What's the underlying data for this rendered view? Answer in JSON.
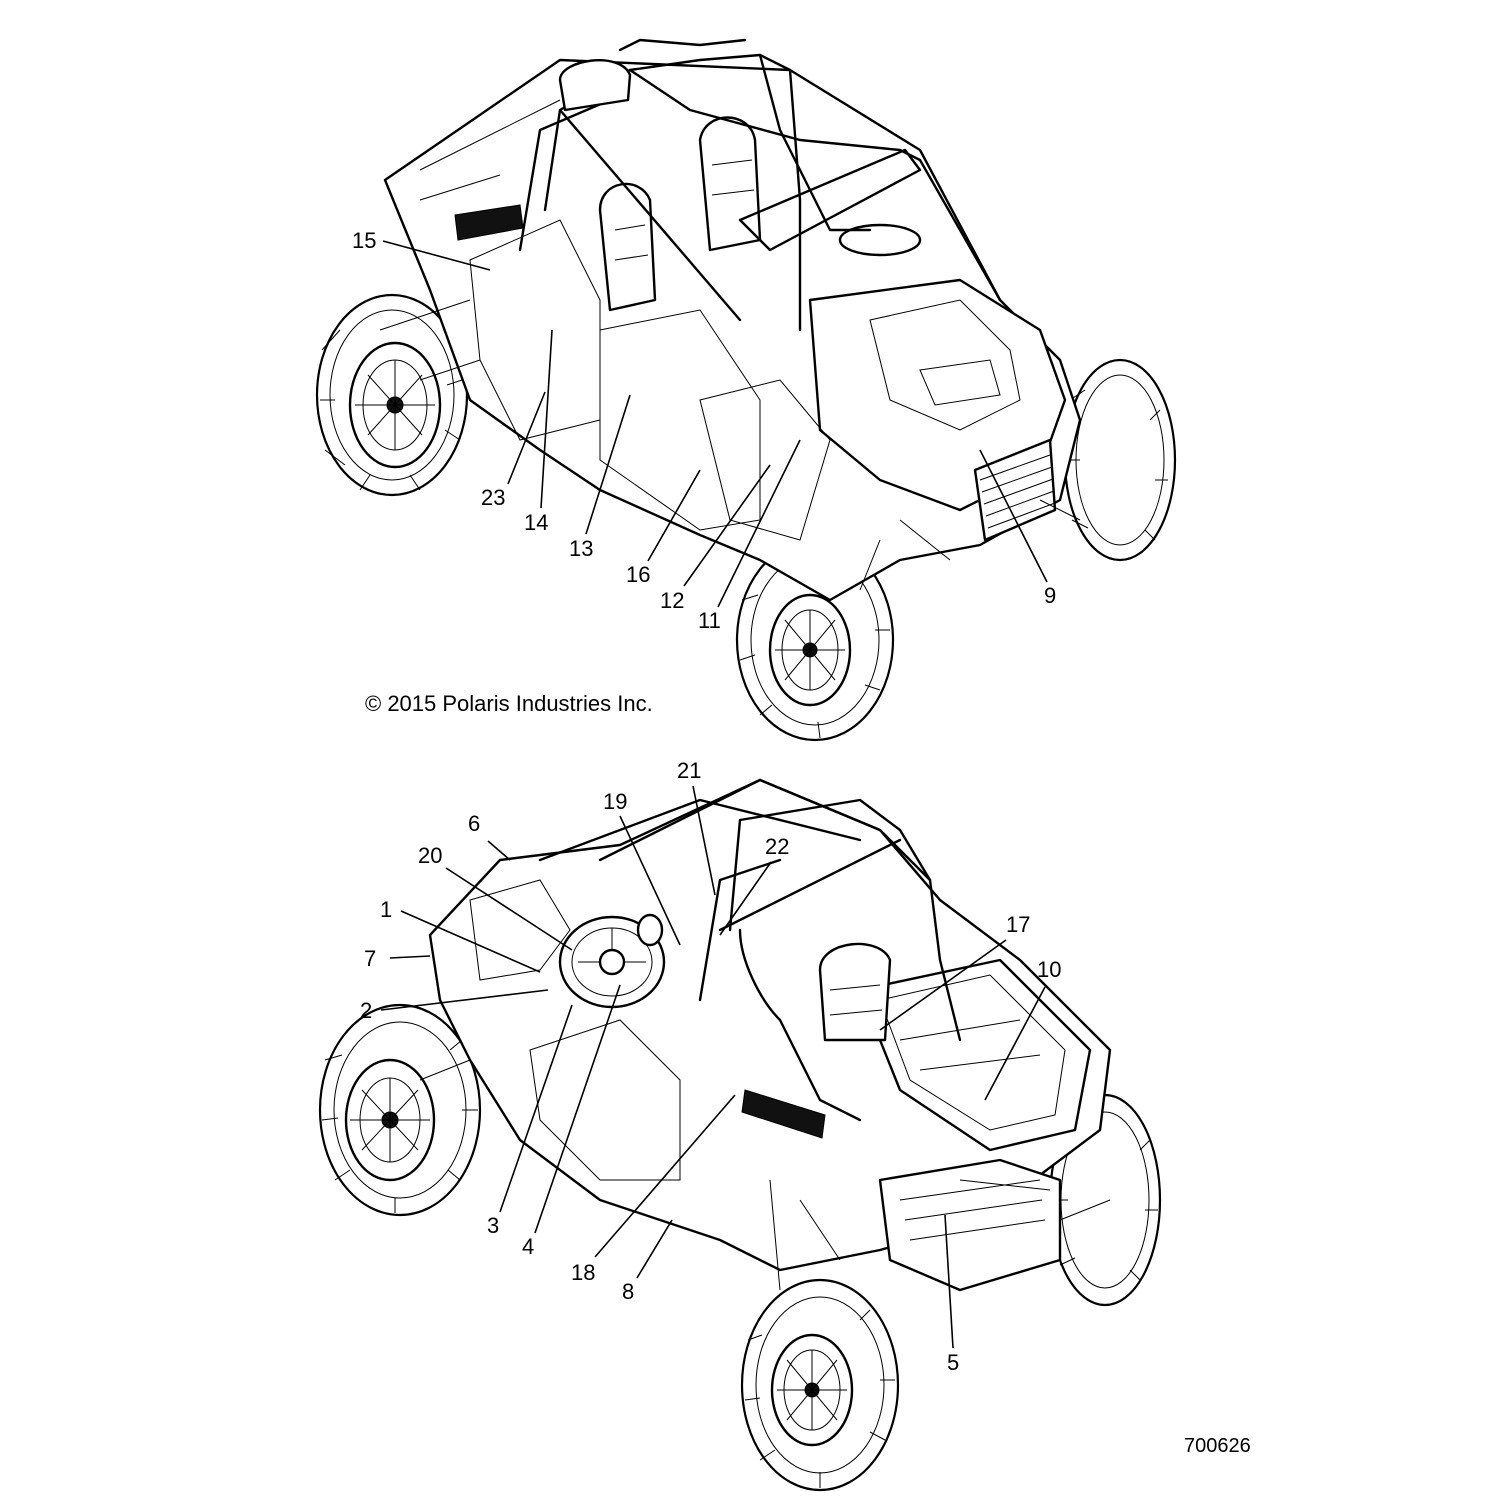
{
  "copyright": "© 2015 Polaris Industries Inc.",
  "reference_number": "700626",
  "views": {
    "top_view": {
      "callouts": [
        "15",
        "23",
        "14",
        "13",
        "16",
        "12",
        "11",
        "9"
      ]
    },
    "bottom_view": {
      "callouts": [
        "21",
        "19",
        "22",
        "6",
        "20",
        "1",
        "7",
        "2",
        "17",
        "10",
        "3",
        "4",
        "18",
        "8",
        "5"
      ]
    }
  }
}
